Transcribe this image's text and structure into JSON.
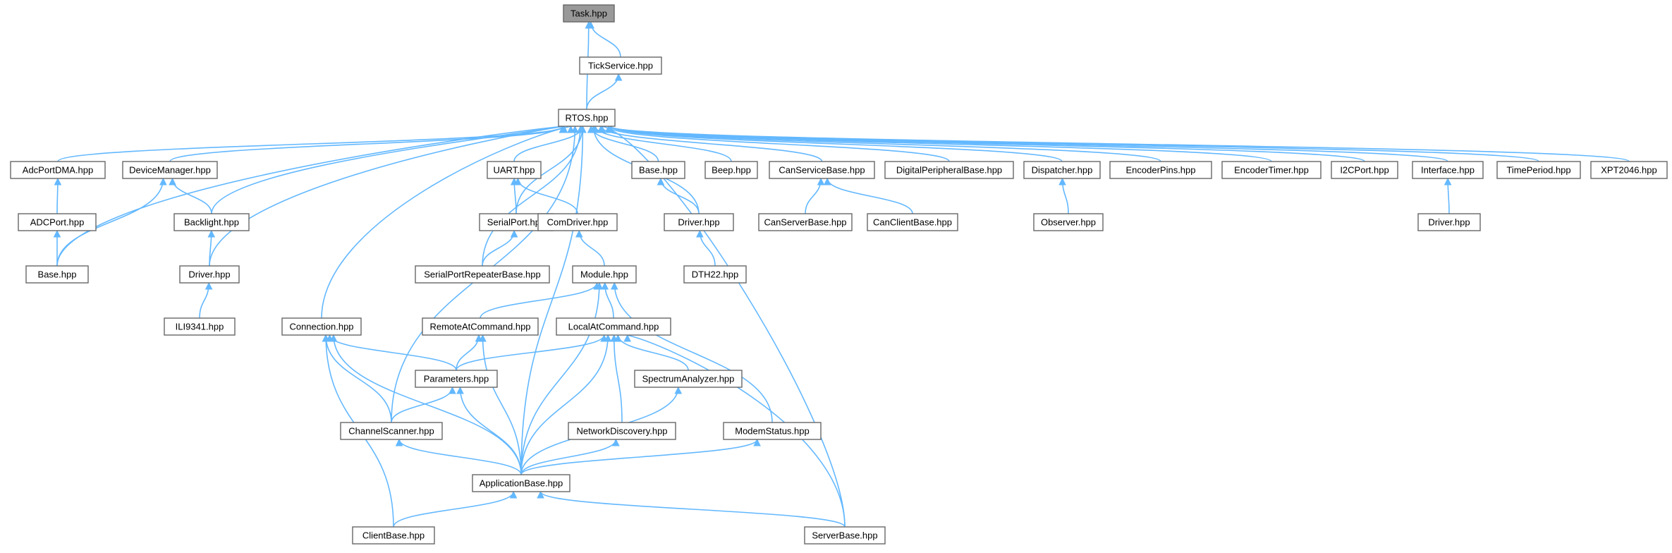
{
  "diagram": {
    "nodes": [
      {
        "id": "task",
        "label": "Task.hpp"
      },
      {
        "id": "tick",
        "label": "TickService.hpp"
      },
      {
        "id": "rtos",
        "label": "RTOS.hpp"
      },
      {
        "id": "adcdma",
        "label": "AdcPortDMA.hpp"
      },
      {
        "id": "devmgr",
        "label": "DeviceManager.hpp"
      },
      {
        "id": "uart",
        "label": "UART.hpp"
      },
      {
        "id": "base1",
        "label": "Base.hpp"
      },
      {
        "id": "beep",
        "label": "Beep.hpp"
      },
      {
        "id": "cansvc",
        "label": "CanServiceBase.hpp"
      },
      {
        "id": "digital",
        "label": "DigitalPeripheralBase.hpp"
      },
      {
        "id": "dispatcher",
        "label": "Dispatcher.hpp"
      },
      {
        "id": "encpins",
        "label": "EncoderPins.hpp"
      },
      {
        "id": "enctimer",
        "label": "EncoderTimer.hpp"
      },
      {
        "id": "i2c",
        "label": "I2CPort.hpp"
      },
      {
        "id": "iface",
        "label": "Interface.hpp"
      },
      {
        "id": "timeperiod",
        "label": "TimePeriod.hpp"
      },
      {
        "id": "xpt",
        "label": "XPT2046.hpp"
      },
      {
        "id": "adcport",
        "label": "ADCPort.hpp"
      },
      {
        "id": "backlight",
        "label": "Backlight.hpp"
      },
      {
        "id": "serialport",
        "label": "SerialPort.hpp"
      },
      {
        "id": "comdriver",
        "label": "ComDriver.hpp"
      },
      {
        "id": "driver1",
        "label": "Driver.hpp"
      },
      {
        "id": "canserver",
        "label": "CanServerBase.hpp"
      },
      {
        "id": "canclient",
        "label": "CanClientBase.hpp"
      },
      {
        "id": "observer",
        "label": "Observer.hpp"
      },
      {
        "id": "driver3",
        "label": "Driver.hpp"
      },
      {
        "id": "base2",
        "label": "Base.hpp"
      },
      {
        "id": "driver2",
        "label": "Driver.hpp"
      },
      {
        "id": "serialrep",
        "label": "SerialPortRepeaterBase.hpp"
      },
      {
        "id": "module",
        "label": "Module.hpp"
      },
      {
        "id": "dth22",
        "label": "DTH22.hpp"
      },
      {
        "id": "ili",
        "label": "ILI9341.hpp"
      },
      {
        "id": "connection",
        "label": "Connection.hpp"
      },
      {
        "id": "remoteat",
        "label": "RemoteAtCommand.hpp"
      },
      {
        "id": "localat",
        "label": "LocalAtCommand.hpp"
      },
      {
        "id": "params",
        "label": "Parameters.hpp"
      },
      {
        "id": "spectrum",
        "label": "SpectrumAnalyzer.hpp"
      },
      {
        "id": "chscanner",
        "label": "ChannelScanner.hpp"
      },
      {
        "id": "netdisc",
        "label": "NetworkDiscovery.hpp"
      },
      {
        "id": "modemstatus",
        "label": "ModemStatus.hpp"
      },
      {
        "id": "appbase",
        "label": "ApplicationBase.hpp"
      },
      {
        "id": "clientbase",
        "label": "ClientBase.hpp"
      },
      {
        "id": "serverbase",
        "label": "ServerBase.hpp"
      }
    ],
    "edges": [
      [
        "tick",
        "task"
      ],
      [
        "rtos",
        "task"
      ],
      [
        "rtos",
        "tick"
      ],
      [
        "adcdma",
        "rtos"
      ],
      [
        "devmgr",
        "rtos"
      ],
      [
        "uart",
        "rtos"
      ],
      [
        "base1",
        "rtos"
      ],
      [
        "beep",
        "rtos"
      ],
      [
        "cansvc",
        "rtos"
      ],
      [
        "digital",
        "rtos"
      ],
      [
        "dispatcher",
        "rtos"
      ],
      [
        "encpins",
        "rtos"
      ],
      [
        "enctimer",
        "rtos"
      ],
      [
        "i2c",
        "rtos"
      ],
      [
        "iface",
        "rtos"
      ],
      [
        "timeperiod",
        "rtos"
      ],
      [
        "xpt",
        "rtos"
      ],
      [
        "backlight",
        "rtos"
      ],
      [
        "base2",
        "rtos"
      ],
      [
        "driver2",
        "rtos"
      ],
      [
        "serialport",
        "rtos"
      ],
      [
        "serialrep",
        "rtos"
      ],
      [
        "driver1",
        "rtos"
      ],
      [
        "connection",
        "rtos"
      ],
      [
        "chscanner",
        "rtos"
      ],
      [
        "appbase",
        "rtos"
      ],
      [
        "serverbase",
        "rtos"
      ],
      [
        "adcport",
        "adcdma"
      ],
      [
        "base2",
        "adcport"
      ],
      [
        "base2",
        "devmgr"
      ],
      [
        "backlight",
        "devmgr"
      ],
      [
        "driver2",
        "backlight"
      ],
      [
        "ili",
        "driver2"
      ],
      [
        "serialport",
        "uart"
      ],
      [
        "comdriver",
        "uart"
      ],
      [
        "serialrep",
        "serialport"
      ],
      [
        "module",
        "comdriver"
      ],
      [
        "driver1",
        "base1"
      ],
      [
        "dth22",
        "driver1"
      ],
      [
        "canserver",
        "cansvc"
      ],
      [
        "canclient",
        "cansvc"
      ],
      [
        "observer",
        "dispatcher"
      ],
      [
        "driver3",
        "iface"
      ],
      [
        "remoteat",
        "module"
      ],
      [
        "localat",
        "module"
      ],
      [
        "modemstatus",
        "module"
      ],
      [
        "appbase",
        "module"
      ],
      [
        "params",
        "remoteat"
      ],
      [
        "appbase",
        "remoteat"
      ],
      [
        "params",
        "localat"
      ],
      [
        "spectrum",
        "localat"
      ],
      [
        "netdisc",
        "localat"
      ],
      [
        "appbase",
        "localat"
      ],
      [
        "serverbase",
        "localat"
      ],
      [
        "params",
        "connection"
      ],
      [
        "chscanner",
        "connection"
      ],
      [
        "appbase",
        "connection"
      ],
      [
        "clientbase",
        "connection"
      ],
      [
        "chscanner",
        "params"
      ],
      [
        "appbase",
        "params"
      ],
      [
        "appbase",
        "chscanner"
      ],
      [
        "appbase",
        "netdisc"
      ],
      [
        "appbase",
        "modemstatus"
      ],
      [
        "appbase",
        "spectrum"
      ],
      [
        "clientbase",
        "appbase"
      ],
      [
        "serverbase",
        "appbase"
      ]
    ]
  }
}
